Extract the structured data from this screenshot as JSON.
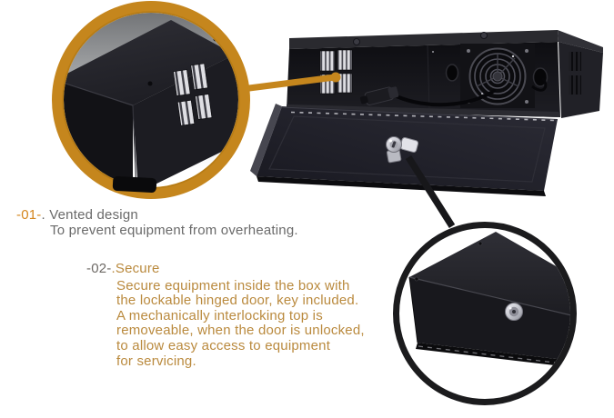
{
  "page": {
    "background": "#FFFFFF",
    "description": "Product feature infographic of a black lockable security lockbox (CCTV/DVR style) with two magnifier callouts"
  },
  "colors": {
    "gold_ring": "#C5861D",
    "black_ring": "#1B1B1D",
    "orange_number": "#D4861E",
    "gray_text": "#6A6A6A",
    "gold_text": "#BA8A3E",
    "muted_number": "#6E6A66"
  },
  "figures": {
    "main_photo": "Open steel lockbox with cooling fan, interior vent slots, power cord and keyed cam lock on the dropped front door",
    "vent_callout": "Magnified box corner showing vent slots",
    "lock_callout": "Magnified closed box front with cam lock"
  },
  "feature_01": {
    "number": "-01-",
    "separator": ". ",
    "title": "Vented design",
    "description": "To prevent equipment from overheating."
  },
  "feature_02": {
    "number": "-02-",
    "separator": ".",
    "title": "Secure",
    "lines": [
      "Secure equipment inside the box with",
      "the lockable hinged door, key included.",
      "A mechanically interlocking top is",
      "removeable, when the door is unlocked,",
      "to allow easy access to equipment",
      "for servicing."
    ]
  }
}
